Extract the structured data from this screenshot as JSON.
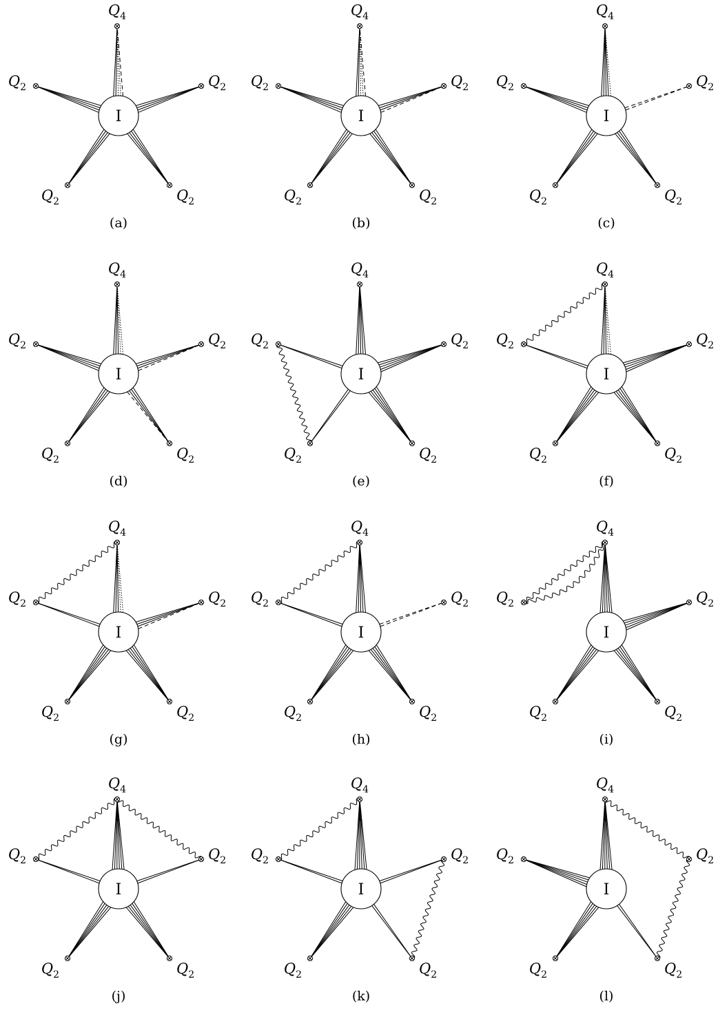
{
  "diagram": {
    "core_label": "I",
    "top_label": {
      "main": "Q",
      "sub": "4"
    },
    "side_label": {
      "main": "Q",
      "sub": "2"
    },
    "panels": [
      {
        "caption": "(a)",
        "legs": [
          {
            "solid": 2,
            "dotted": 2,
            "dashed": 1
          },
          {
            "solid": 4,
            "dotted": 0,
            "dashed": 0
          },
          {
            "solid": 4,
            "dotted": 0,
            "dashed": 0
          },
          {
            "solid": 4,
            "dotted": 0,
            "dashed": 0
          },
          {
            "solid": 4,
            "dotted": 0,
            "dashed": 0
          }
        ],
        "wavy": []
      },
      {
        "caption": "(b)",
        "legs": [
          {
            "solid": 2,
            "dotted": 2,
            "dashed": 1
          },
          {
            "solid": 3,
            "dotted": 0,
            "dashed": 1
          },
          {
            "solid": 4,
            "dotted": 0,
            "dashed": 0
          },
          {
            "solid": 4,
            "dotted": 0,
            "dashed": 0
          },
          {
            "solid": 4,
            "dotted": 0,
            "dashed": 0
          }
        ],
        "wavy": []
      },
      {
        "caption": "(c)",
        "legs": [
          {
            "solid": 4,
            "dotted": 1,
            "dashed": 0
          },
          {
            "solid": 0,
            "dotted": 0,
            "dashed": 2
          },
          {
            "solid": 4,
            "dotted": 0,
            "dashed": 0
          },
          {
            "solid": 4,
            "dotted": 0,
            "dashed": 0
          },
          {
            "solid": 4,
            "dotted": 0,
            "dashed": 0
          }
        ],
        "wavy": []
      },
      {
        "caption": "(d)",
        "legs": [
          {
            "solid": 3,
            "dotted": 2,
            "dashed": 0
          },
          {
            "solid": 3,
            "dotted": 0,
            "dashed": 1
          },
          {
            "solid": 3,
            "dotted": 0,
            "dashed": 1
          },
          {
            "solid": 4,
            "dotted": 0,
            "dashed": 0
          },
          {
            "solid": 4,
            "dotted": 0,
            "dashed": 0
          }
        ],
        "wavy": []
      },
      {
        "caption": "(e)",
        "legs": [
          {
            "solid": 5,
            "dotted": 0,
            "dashed": 0
          },
          {
            "solid": 5,
            "dotted": 0,
            "dashed": 0
          },
          {
            "solid": 5,
            "dotted": 0,
            "dashed": 0
          },
          {
            "solid": 2,
            "dotted": 0,
            "dashed": 0
          },
          {
            "solid": 2,
            "dotted": 0,
            "dashed": 0
          }
        ],
        "wavy": [
          [
            4,
            3
          ]
        ]
      },
      {
        "caption": "(f)",
        "legs": [
          {
            "solid": 3,
            "dotted": 2,
            "dashed": 0
          },
          {
            "solid": 5,
            "dotted": 0,
            "dashed": 0
          },
          {
            "solid": 5,
            "dotted": 0,
            "dashed": 0
          },
          {
            "solid": 5,
            "dotted": 0,
            "dashed": 0
          },
          {
            "solid": 2,
            "dotted": 0,
            "dashed": 0
          }
        ],
        "wavy": [
          [
            0,
            4
          ]
        ]
      },
      {
        "caption": "(g)",
        "legs": [
          {
            "solid": 3,
            "dotted": 2,
            "dashed": 0
          },
          {
            "solid": 3,
            "dotted": 0,
            "dashed": 1
          },
          {
            "solid": 5,
            "dotted": 0,
            "dashed": 0
          },
          {
            "solid": 5,
            "dotted": 0,
            "dashed": 0
          },
          {
            "solid": 2,
            "dotted": 0,
            "dashed": 0
          }
        ],
        "wavy": [
          [
            0,
            4
          ]
        ]
      },
      {
        "caption": "(h)",
        "legs": [
          {
            "solid": 5,
            "dotted": 0,
            "dashed": 0
          },
          {
            "solid": 0,
            "dotted": 0,
            "dashed": 2
          },
          {
            "solid": 5,
            "dotted": 0,
            "dashed": 0
          },
          {
            "solid": 5,
            "dotted": 0,
            "dashed": 0
          },
          {
            "solid": 2,
            "dotted": 0,
            "dashed": 0
          }
        ],
        "wavy": [
          [
            0,
            4
          ]
        ]
      },
      {
        "caption": "(i)",
        "legs": [
          {
            "solid": 6,
            "dotted": 0,
            "dashed": 0
          },
          {
            "solid": 5,
            "dotted": 0,
            "dashed": 0
          },
          {
            "solid": 5,
            "dotted": 0,
            "dashed": 0
          },
          {
            "solid": 5,
            "dotted": 0,
            "dashed": 0
          },
          {
            "solid": 0,
            "dotted": 0,
            "dashed": 0
          }
        ],
        "wavy": [
          [
            0,
            4
          ],
          [
            0,
            4
          ]
        ]
      },
      {
        "caption": "(j)",
        "legs": [
          {
            "solid": 6,
            "dotted": 0,
            "dashed": 0
          },
          {
            "solid": 2,
            "dotted": 0,
            "dashed": 0
          },
          {
            "solid": 5,
            "dotted": 0,
            "dashed": 0
          },
          {
            "solid": 5,
            "dotted": 0,
            "dashed": 0
          },
          {
            "solid": 2,
            "dotted": 0,
            "dashed": 0
          }
        ],
        "wavy": [
          [
            0,
            4
          ],
          [
            0,
            1
          ]
        ]
      },
      {
        "caption": "(k)",
        "legs": [
          {
            "solid": 6,
            "dotted": 0,
            "dashed": 0
          },
          {
            "solid": 2,
            "dotted": 0,
            "dashed": 0
          },
          {
            "solid": 2,
            "dotted": 0,
            "dashed": 0
          },
          {
            "solid": 5,
            "dotted": 0,
            "dashed": 0
          },
          {
            "solid": 2,
            "dotted": 0,
            "dashed": 0
          }
        ],
        "wavy": [
          [
            0,
            4
          ],
          [
            1,
            2
          ]
        ]
      },
      {
        "caption": "(l)",
        "legs": [
          {
            "solid": 6,
            "dotted": 0,
            "dashed": 0
          },
          {
            "solid": 0,
            "dotted": 0,
            "dashed": 0
          },
          {
            "solid": 2,
            "dotted": 0,
            "dashed": 0
          },
          {
            "solid": 5,
            "dotted": 0,
            "dashed": 0
          },
          {
            "solid": 5,
            "dotted": 0,
            "dashed": 0
          }
        ],
        "wavy": [
          [
            0,
            1
          ],
          [
            1,
            2
          ]
        ]
      }
    ]
  }
}
